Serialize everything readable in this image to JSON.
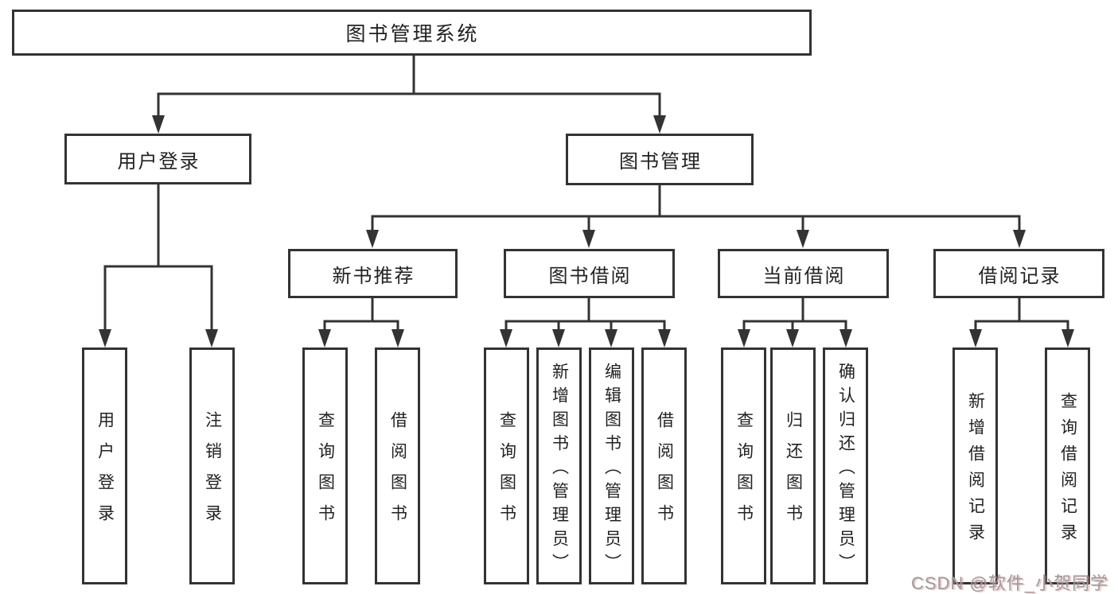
{
  "watermark": {
    "text": "CSDN @软件_小贺同学"
  },
  "colors": {
    "line": "#333333",
    "text": "#222222",
    "background": "#ffffff",
    "watermark": "#9b9b9b"
  },
  "tree": {
    "root": {
      "label": "图书管理系统"
    },
    "level2": [
      {
        "label": "用户登录",
        "parent": "图书管理系统"
      },
      {
        "label": "图书管理",
        "parent": "图书管理系统"
      }
    ],
    "level3": [
      {
        "label": "新书推荐",
        "parent": "图书管理"
      },
      {
        "label": "图书借阅",
        "parent": "图书管理"
      },
      {
        "label": "当前借阅",
        "parent": "图书管理"
      },
      {
        "label": "借阅记录",
        "parent": "图书管理"
      }
    ],
    "leaves": [
      {
        "label": "用户登录",
        "parent": "用户登录"
      },
      {
        "label": "注销登录",
        "parent": "用户登录"
      },
      {
        "label": "查询图书",
        "parent": "新书推荐"
      },
      {
        "label": "借阅图书",
        "parent": "新书推荐"
      },
      {
        "label": "查询图书",
        "parent": "图书借阅"
      },
      {
        "label": "新增图书（管理员）",
        "parent": "图书借阅"
      },
      {
        "label": "编辑图书（管理员）",
        "parent": "图书借阅"
      },
      {
        "label": "借阅图书",
        "parent": "图书借阅"
      },
      {
        "label": "查询图书",
        "parent": "当前借阅"
      },
      {
        "label": "归还图书",
        "parent": "当前借阅"
      },
      {
        "label": "确认归还（管理员）",
        "parent": "当前借阅"
      },
      {
        "label": "新增借阅记录",
        "parent": "借阅记录"
      },
      {
        "label": "查询借阅记录",
        "parent": "借阅记录"
      }
    ]
  }
}
